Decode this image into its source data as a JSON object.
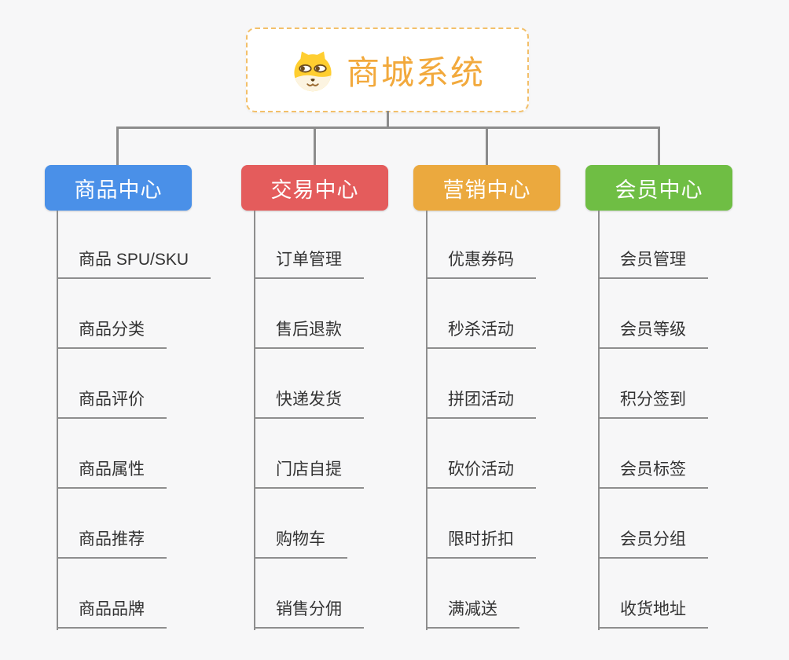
{
  "canvas": {
    "background_color": "#F7F7F8"
  },
  "root": {
    "label": "商城系统",
    "icon": "dog-face-icon",
    "text_color": "#F2A93C",
    "border_color": "#F3C06A",
    "fill_color": "#FFFFFF"
  },
  "connector_color": "#8C8C8C",
  "underline_color": "#8E8E8E",
  "item_text_color": "#333333",
  "branches": [
    {
      "label": "商品中心",
      "color": "#4A90E8",
      "items": [
        "商品 SPU/SKU",
        "商品分类",
        "商品评价",
        "商品属性",
        "商品推荐",
        "商品品牌"
      ]
    },
    {
      "label": "交易中心",
      "color": "#E45C5C",
      "items": [
        "订单管理",
        "售后退款",
        "快递发货",
        "门店自提",
        "购物车",
        "销售分佣"
      ]
    },
    {
      "label": "营销中心",
      "color": "#EBA93E",
      "items": [
        "优惠券码",
        "秒杀活动",
        "拼团活动",
        "砍价活动",
        "限时折扣",
        "满减送"
      ]
    },
    {
      "label": "会员中心",
      "color": "#6FBE44",
      "items": [
        "会员管理",
        "会员等级",
        "积分签到",
        "会员标签",
        "会员分组",
        "收货地址"
      ]
    }
  ]
}
